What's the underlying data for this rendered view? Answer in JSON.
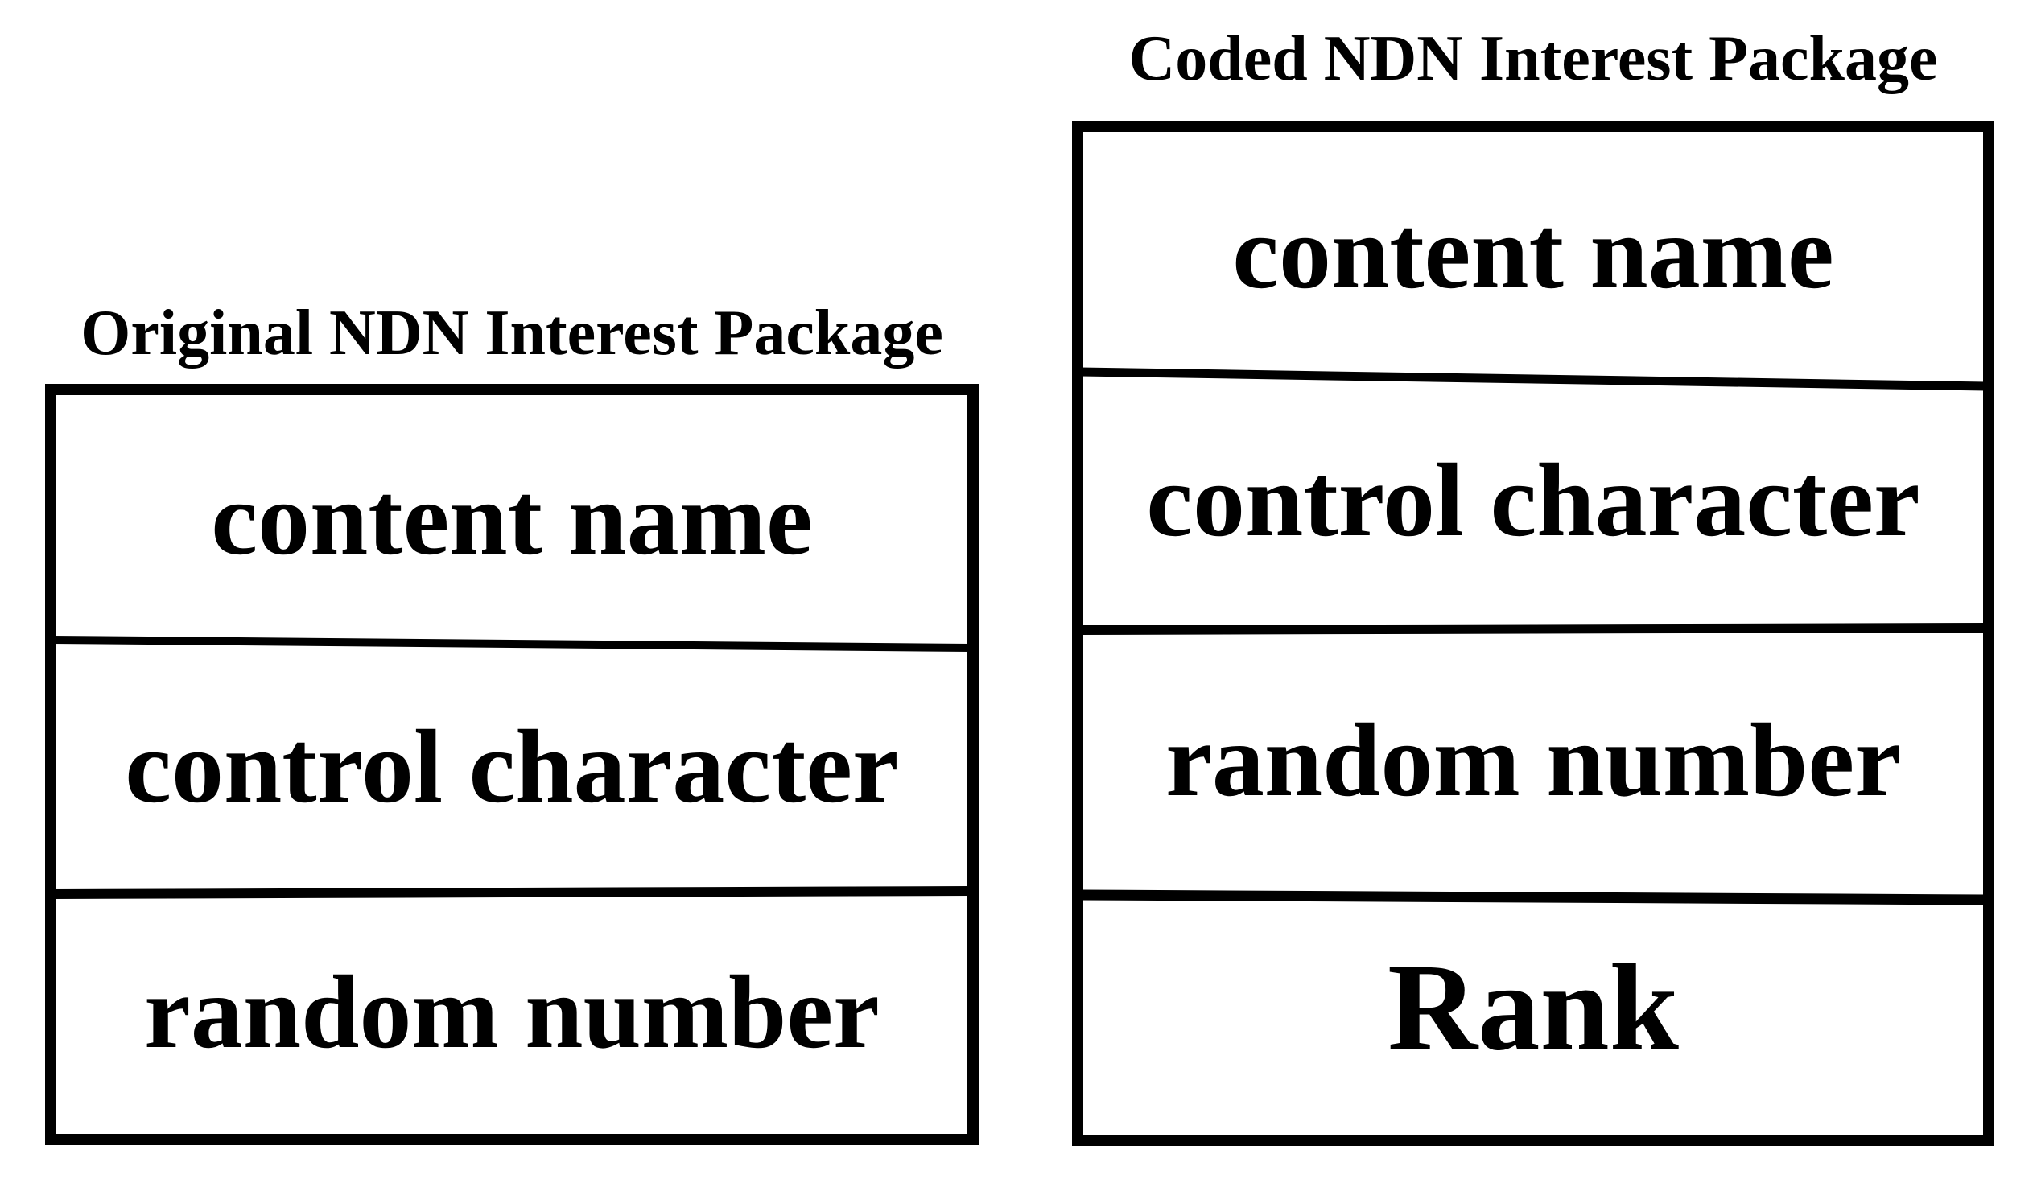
{
  "figure": {
    "background": "#ffffff",
    "line_color": "#000000",
    "packages": [
      {
        "id": "original-ndn-interest-package",
        "title": "Original NDN Interest Package",
        "fields": [
          "content name",
          "control character",
          "random number"
        ]
      },
      {
        "id": "coded-ndn-interest-package",
        "title": "Coded NDN Interest Package",
        "fields": [
          "content name",
          "control character",
          "random number",
          "Rank"
        ]
      }
    ]
  }
}
